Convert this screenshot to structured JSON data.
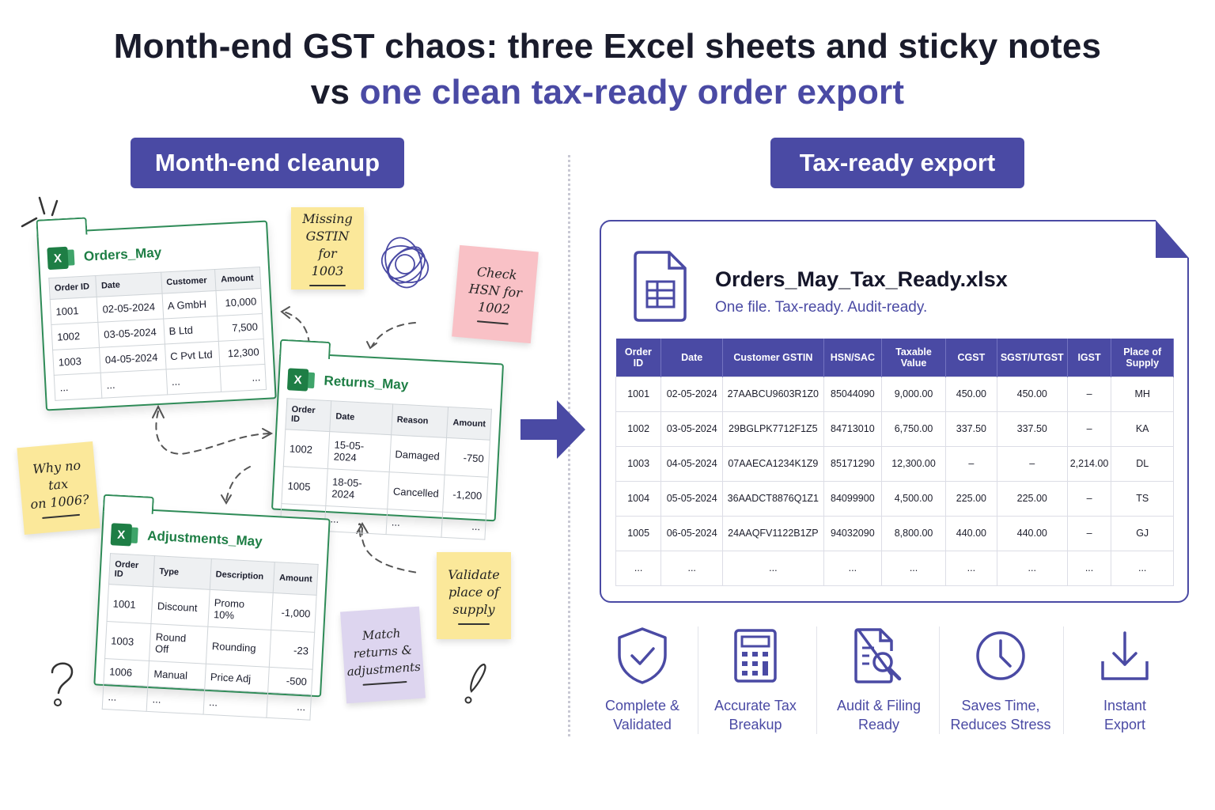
{
  "title": {
    "line1": "Month-end GST chaos: three Excel sheets and sticky notes",
    "line2_prefix": "vs ",
    "line2_accent": "one clean tax-ready order export"
  },
  "left_label": "Month-end cleanup",
  "right_label": "Tax-ready export",
  "sheets": {
    "orders": {
      "name": "Orders_May",
      "headers": [
        "Order ID",
        "Date",
        "Customer",
        "Amount"
      ],
      "rows": [
        [
          "1001",
          "02-05-2024",
          "A GmbH",
          "10,000"
        ],
        [
          "1002",
          "03-05-2024",
          "B Ltd",
          "7,500"
        ],
        [
          "1003",
          "04-05-2024",
          "C Pvt Ltd",
          "12,300"
        ],
        [
          "...",
          "...",
          "...",
          "..."
        ]
      ]
    },
    "returns": {
      "name": "Returns_May",
      "headers": [
        "Order ID",
        "Date",
        "Reason",
        "Amount"
      ],
      "rows": [
        [
          "1002",
          "15-05-2024",
          "Damaged",
          "-750"
        ],
        [
          "1005",
          "18-05-2024",
          "Cancelled",
          "-1,200"
        ],
        [
          "...",
          "...",
          "...",
          "..."
        ]
      ]
    },
    "adjustments": {
      "name": "Adjustments_May",
      "headers": [
        "Order ID",
        "Type",
        "Description",
        "Amount"
      ],
      "rows": [
        [
          "1001",
          "Discount",
          "Promo 10%",
          "-1,000"
        ],
        [
          "1003",
          "Round Off",
          "Rounding",
          "-23"
        ],
        [
          "1006",
          "Manual",
          "Price Adj",
          "-500"
        ],
        [
          "...",
          "...",
          "...",
          "..."
        ]
      ]
    }
  },
  "notes": {
    "gstin": "Missing\nGSTIN for\n1003",
    "hsn": "Check\nHSN for\n1002",
    "why": "Why no tax\non 1006?",
    "validate": "Validate\nplace of\nsupply",
    "match": "Match\nreturns &\nadjustments"
  },
  "export": {
    "file_name": "Orders_May_Tax_Ready.xlsx",
    "subtitle": "One file. Tax-ready. Audit-ready.",
    "headers": [
      "Order ID",
      "Date",
      "Customer GSTIN",
      "HSN/SAC",
      "Taxable Value",
      "CGST",
      "SGST/UTGST",
      "IGST",
      "Place of Supply"
    ],
    "rows": [
      [
        "1001",
        "02-05-2024",
        "27AABCU9603R1Z0",
        "85044090",
        "9,000.00",
        "450.00",
        "450.00",
        "–",
        "MH"
      ],
      [
        "1002",
        "03-05-2024",
        "29BGLPK7712F1Z5",
        "84713010",
        "6,750.00",
        "337.50",
        "337.50",
        "–",
        "KA"
      ],
      [
        "1003",
        "04-05-2024",
        "07AAECA1234K1Z9",
        "85171290",
        "12,300.00",
        "–",
        "–",
        "2,214.00",
        "DL"
      ],
      [
        "1004",
        "05-05-2024",
        "36AADCT8876Q1Z1",
        "84099900",
        "4,500.00",
        "225.00",
        "225.00",
        "–",
        "TS"
      ],
      [
        "1005",
        "06-05-2024",
        "24AAQFV1122B1ZP",
        "94032090",
        "8,800.00",
        "440.00",
        "440.00",
        "–",
        "GJ"
      ],
      [
        "...",
        "...",
        "...",
        "...",
        "...",
        "...",
        "...",
        "...",
        "..."
      ]
    ]
  },
  "features": [
    {
      "label": "Complete &\nValidated",
      "icon": "shield-check-icon"
    },
    {
      "label": "Accurate Tax\nBreakup",
      "icon": "calculator-icon"
    },
    {
      "label": "Audit & Filing\nReady",
      "icon": "document-search-icon"
    },
    {
      "label": "Saves Time,\nReduces Stress",
      "icon": "clock-icon"
    },
    {
      "label": "Instant\nExport",
      "icon": "download-icon"
    }
  ],
  "colors": {
    "accent": "#4a4aa4",
    "excel_green": "#1e7e45",
    "note_yellow": "#fbe89a",
    "note_pink": "#f9c1c6",
    "note_purple": "#ddd5ef"
  }
}
